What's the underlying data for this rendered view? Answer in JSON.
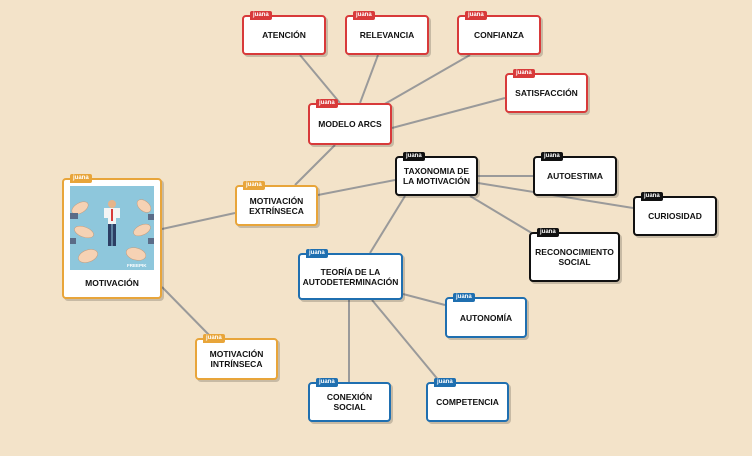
{
  "tag_label": "juana",
  "colors": {
    "red": "#d83a3a",
    "black": "#111111",
    "blue": "#1f6fb0",
    "orange": "#e8a53a",
    "line": "#9a9a9a",
    "background": "#f3e3c9"
  },
  "image_watermark": "FREEPIK",
  "nodes": {
    "motivacion": "MOTIVACIÓN",
    "extrinseca": "MOTIVACIÓN\nEXTRÍNSECA",
    "intrinseca": "MOTIVACIÓN\nINTRÍNSECA",
    "modelo_arcs": "MODELO ARCS",
    "atencion": "ATENCIÓN",
    "relevancia": "RELEVANCIA",
    "confianza": "CONFIANZA",
    "satisfaccion": "SATISFACCIÓN",
    "taxonomia": "TAXONOMIA DE\nLA MOTIVACIÓN",
    "autoestima": "AUTOESTIMA",
    "curiosidad": "CURIOSIDAD",
    "reconocimiento": "RECONOCIMIENTO\nSOCIAL",
    "teoria": "TEORÍA DE LA\nAUTODETERMINACIÓN",
    "autonomia": "AUTONOMÍA",
    "conexion": "CONEXIÓN\nSOCIAL",
    "competencia": "COMPETENCIA"
  }
}
